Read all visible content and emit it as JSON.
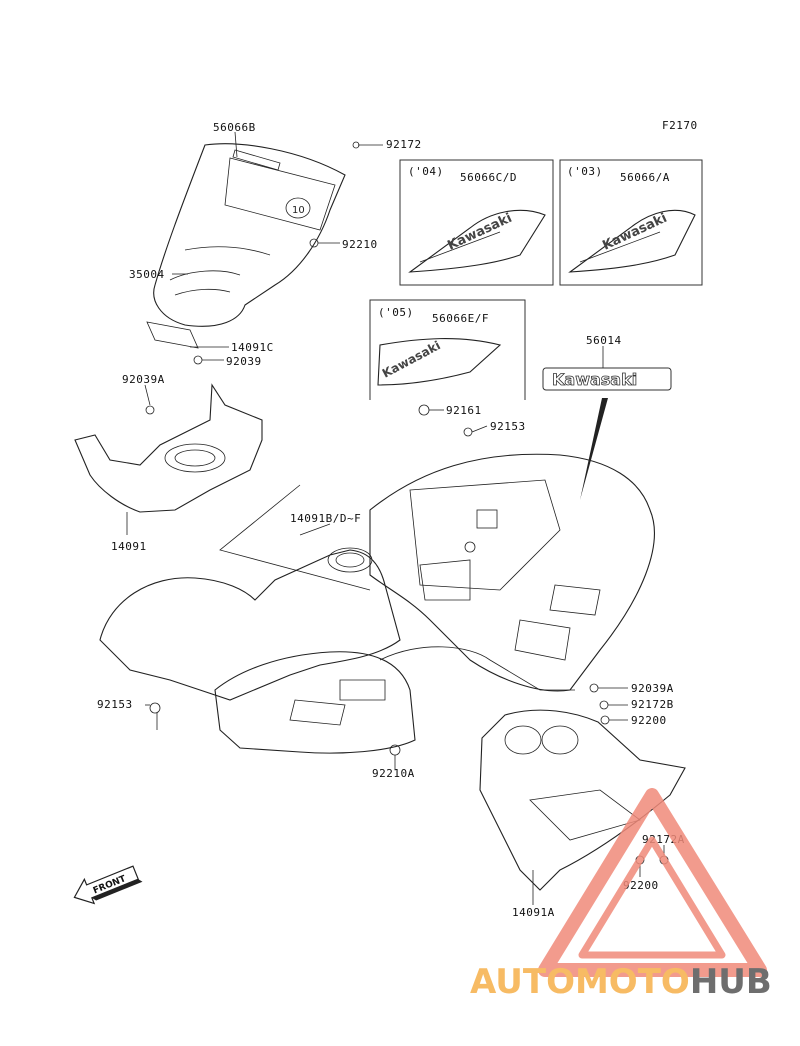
{
  "figure_code": "F2170",
  "variant_boxes": [
    {
      "year": "('04)",
      "part": "56066C/D"
    },
    {
      "year": "('03)",
      "part": "56066/A"
    },
    {
      "year": "('05)",
      "part": "56066E/F"
    }
  ],
  "decal_text": "Kawasaki",
  "callouts": {
    "c56066B": "56066B",
    "c92172_top": "92172",
    "c92210": "92210",
    "c35004": "35004",
    "c14091C": "14091C",
    "c92039": "92039",
    "c92039A_left": "92039A",
    "c56014": "56014",
    "c92161": "92161",
    "c92153_top": "92153",
    "c14091": "14091",
    "c14091BDF": "14091B/D~F",
    "c92153_left": "92153",
    "c92039A_right": "92039A",
    "c92172B": "92172B",
    "c92200_right": "92200",
    "c92210A": "92210A",
    "c92172A": "92172A",
    "c92200_bottom": "92200",
    "c14091A": "14091A"
  },
  "front_label": "FRONT",
  "watermark": {
    "text_part1": "AUTOMOTO",
    "text_part2": "HUB",
    "color_main": "#f08a7a",
    "color_accent": "#f6b04a",
    "color_dark": "#555555"
  }
}
